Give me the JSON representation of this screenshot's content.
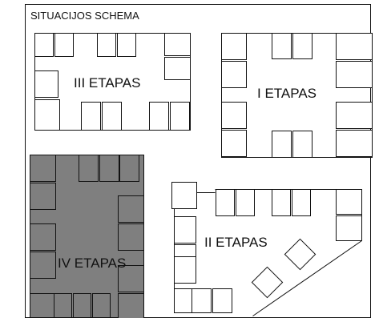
{
  "diagram": {
    "title": "SITUACIJOS SCHEMA",
    "stages": {
      "iii": {
        "label": "III ETAPAS"
      },
      "i": {
        "label": "I ETAPAS"
      },
      "iv": {
        "label": "IV ETAPAS"
      },
      "ii": {
        "label": "II ETAPAS"
      }
    }
  },
  "colors": {
    "line": "#111111",
    "background": "#ffffff",
    "stage_iv_fill": "#7f7f7f",
    "box_fill": "#ffffff"
  }
}
